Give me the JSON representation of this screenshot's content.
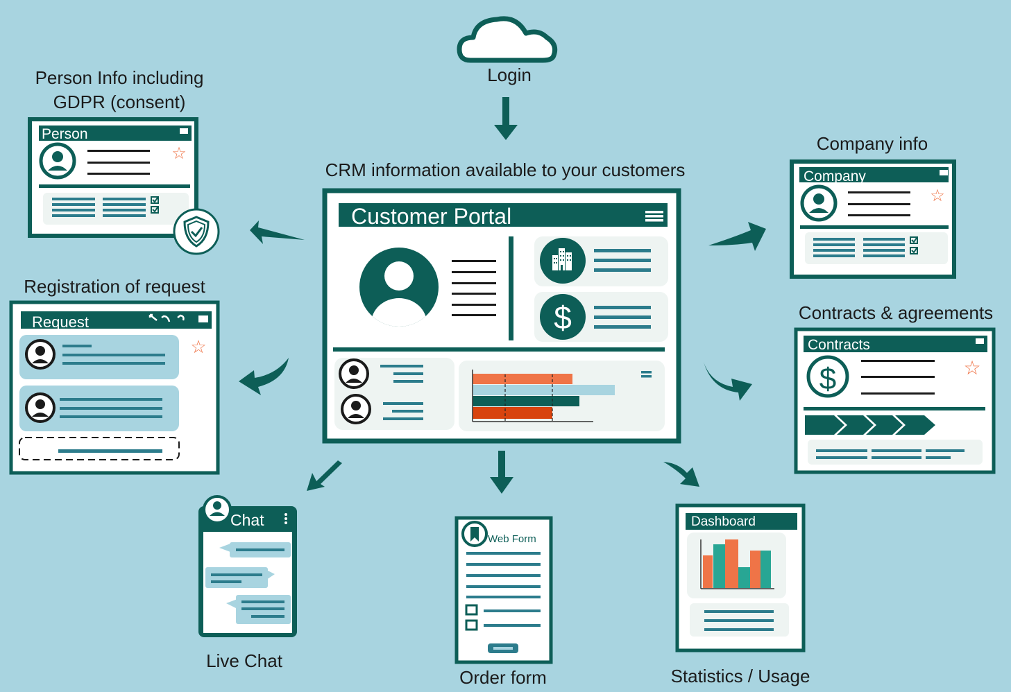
{
  "login": {
    "label": "Login"
  },
  "center": {
    "caption": "CRM information available to your customers",
    "title": "Customer Portal"
  },
  "person": {
    "caption_line1": "Person Info including",
    "caption_line2": "GDPR (consent)",
    "header": "Person"
  },
  "company": {
    "caption": "Company info",
    "header": "Company"
  },
  "request": {
    "caption": "Registration of request",
    "header": "Request"
  },
  "contracts": {
    "caption": "Contracts & agreements",
    "header": "Contracts"
  },
  "chat": {
    "caption": "Live Chat",
    "header": "Chat"
  },
  "order": {
    "caption": "Order form",
    "header": "Web Form"
  },
  "stats": {
    "caption": "Statistics / Usage",
    "header": "Dashboard"
  },
  "colors": {
    "background": "#a8d4e0",
    "primary": "#0d5e57",
    "orange": "#ef7447",
    "teal": "#28a694",
    "red": "#d8430e",
    "light_blue": "#a8d4e0",
    "panel": "#eef4f2"
  },
  "icons": [
    "cloud-icon",
    "user-icon",
    "building-icon",
    "dollar-icon",
    "shield-icon",
    "star-icon",
    "checkbox-icon",
    "menu-icon",
    "bookmark-icon"
  ]
}
